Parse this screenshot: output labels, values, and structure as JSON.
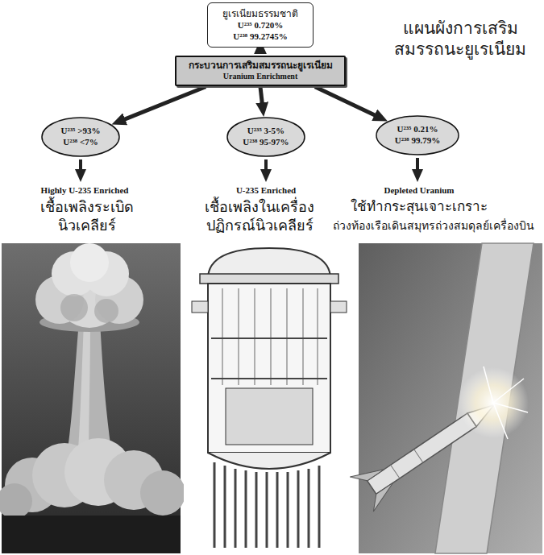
{
  "diagram": {
    "title": "แผนผังการเสริมสมรรถนะยูเรเนียม",
    "nodes": [
      {
        "text": [
          "ยูเรเนียมธรรมชาติ",
          "U²³⁵ 0.720%",
          "U²³⁸ 99.2745%"
        ]
      },
      {
        "text": [
          "กระบวนการเสริมสมรรถนะยูเรเนียม",
          "Uranium Enrichment"
        ]
      },
      {
        "text": [
          "U²³⁵ >93%",
          "U²³⁸ <7%"
        ]
      },
      {
        "text": [
          "U²³⁵ 3-5%",
          "U²³⁸ 95-97%"
        ]
      },
      {
        "text": [
          "U²³⁵ 0.21%",
          "U²³⁸ 99.79%"
        ]
      }
    ],
    "edges": [
      {
        "from": 0,
        "to": 1,
        "arrow": "to"
      },
      {
        "from": 1,
        "to": 2,
        "arrow": "to"
      },
      {
        "from": 1,
        "to": 3,
        "arrow": "to"
      },
      {
        "from": 1,
        "to": 4,
        "arrow": "to"
      }
    ],
    "labels": [
      "Highly U-235 Enriched",
      "เชื้อเพลิงระเบิดนิวเคลียร์",
      "U-235 Enriched",
      "เชื้อเพลิงในเครื่องปฏิกรณ์นิวเคลียร์",
      "Depleted Uranium",
      "ใช้ทำกระสุนเจาะเกราะ",
      "ถ่วงท้องเรือเดินสมุทรถ่วงสมดุลย์เครื่องบิน"
    ]
  }
}
